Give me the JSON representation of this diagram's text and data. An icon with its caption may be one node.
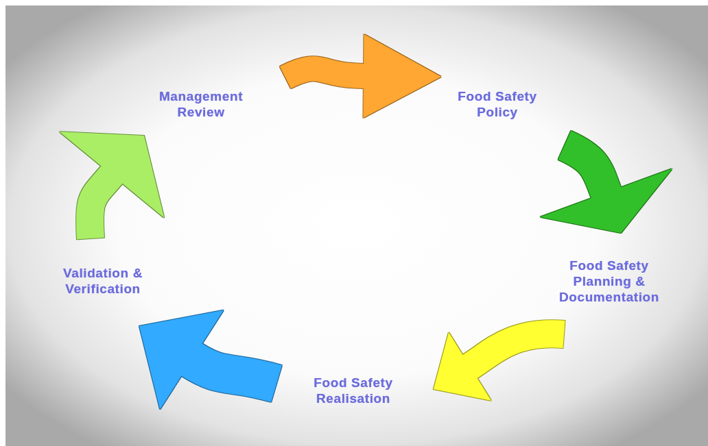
{
  "diagram": {
    "nodes": [
      {
        "text": [
          "Management Review"
        ]
      },
      {
        "text": [
          "Food Safety Policy"
        ]
      },
      {
        "text": [
          "Food Safety Planning & Documentation"
        ]
      },
      {
        "text": [
          "Food Safety Realisation"
        ]
      },
      {
        "text": [
          "Validation & Verification"
        ]
      }
    ],
    "edges": [
      {
        "from": 0,
        "to": 1,
        "arrow": "to",
        "color": "#ffa733"
      },
      {
        "from": 1,
        "to": 2,
        "arrow": "to",
        "color": "#33c02a"
      },
      {
        "from": 2,
        "to": 3,
        "arrow": "to",
        "color": "#ffff33"
      },
      {
        "from": 3,
        "to": 4,
        "arrow": "to",
        "color": "#33aaff"
      },
      {
        "from": 4,
        "to": 0,
        "arrow": "to",
        "color": "#aaee66"
      }
    ]
  }
}
